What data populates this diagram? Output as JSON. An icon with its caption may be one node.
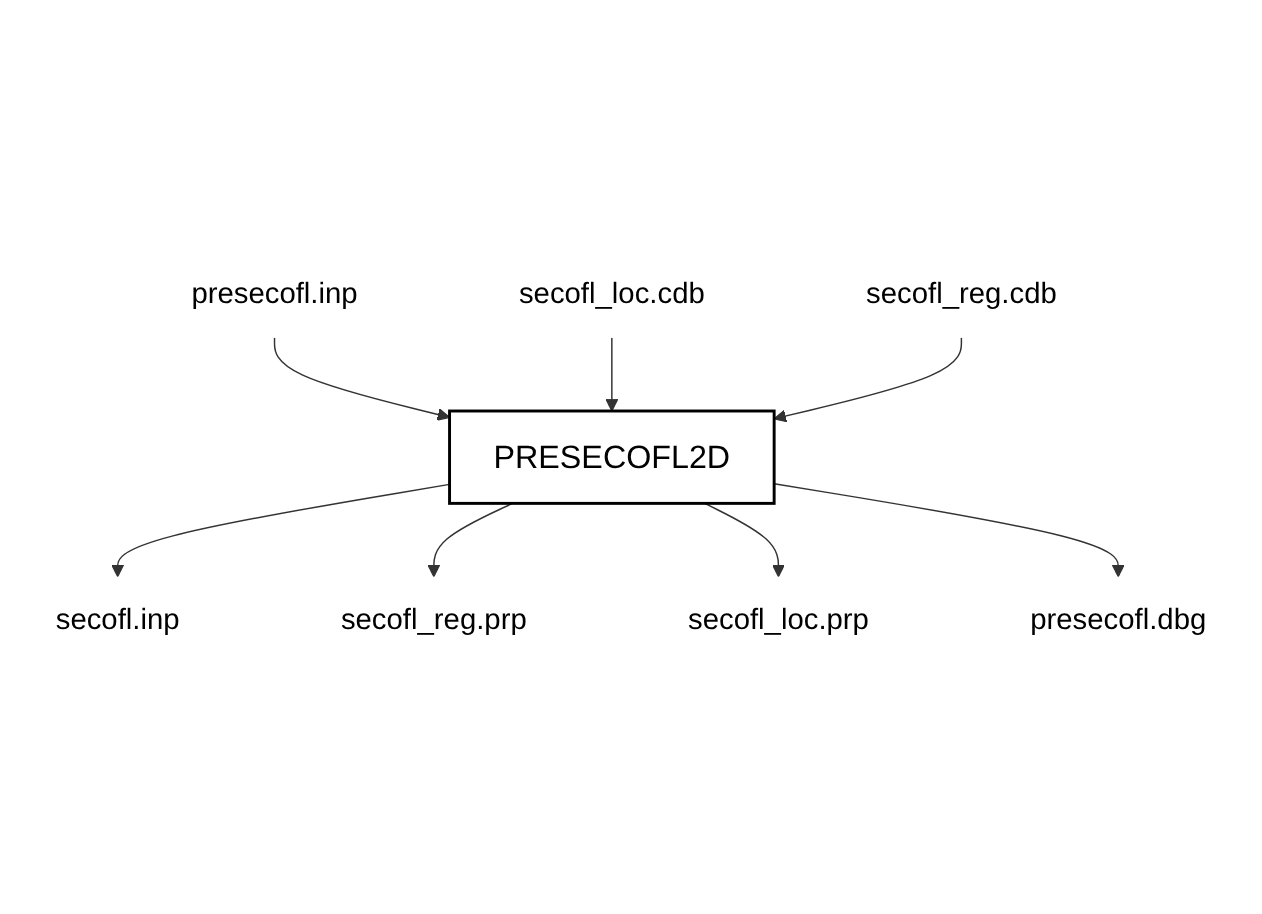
{
  "diagram": {
    "nodes": [
      {
        "text": [
          "secofl_loc.cdb"
        ]
      },
      {
        "text": [
          "presecofl.inp"
        ]
      },
      {
        "text": [
          "secofl_reg.cdb"
        ]
      },
      {
        "text": [
          "PRESECOFL2D"
        ]
      },
      {
        "text": [
          "secofl.inp"
        ]
      },
      {
        "text": [
          "presecofl.dbg"
        ]
      },
      {
        "text": [
          "secofl_reg.prp"
        ]
      },
      {
        "text": [
          "secofl_loc.prp"
        ]
      }
    ],
    "edges": [
      {
        "from": 1,
        "to": 3,
        "arrow": "to"
      },
      {
        "from": 0,
        "to": 3,
        "arrow": "to"
      },
      {
        "from": 2,
        "to": 3,
        "arrow": "to"
      },
      {
        "from": 3,
        "to": 4,
        "arrow": "to"
      },
      {
        "from": 3,
        "to": 6,
        "arrow": "to"
      },
      {
        "from": 3,
        "to": 7,
        "arrow": "to"
      },
      {
        "from": 3,
        "to": 5,
        "arrow": "to"
      }
    ]
  }
}
